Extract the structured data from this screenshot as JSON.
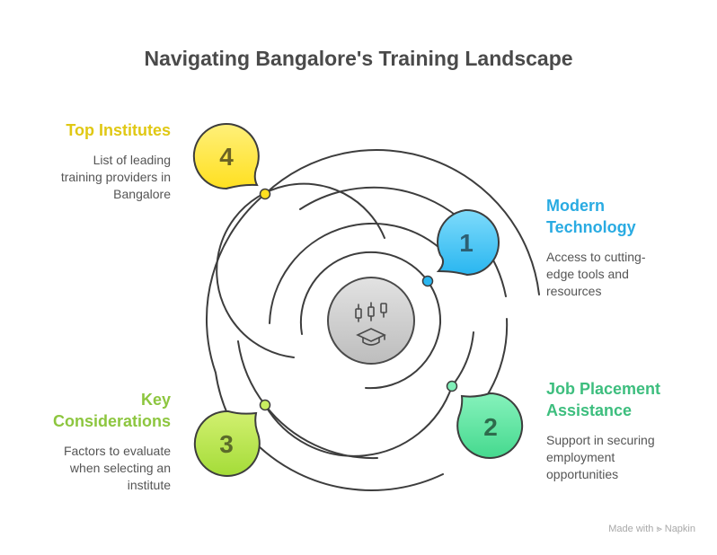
{
  "title": "Navigating Bangalore's Training Landscape",
  "center": {
    "icon": "candlestick-graduation-cap-icon"
  },
  "items": [
    {
      "number": "1",
      "heading_line1": "Modern",
      "heading_line2": "Technology",
      "desc_line1": "Access to cutting-",
      "desc_line2": "edge tools and",
      "desc_line3": "resources",
      "color": "#29ABE2",
      "fill": "#4FC8F5"
    },
    {
      "number": "2",
      "heading_line1": "Job Placement",
      "heading_line2": "Assistance",
      "desc_line1": "Support in securing",
      "desc_line2": "employment",
      "desc_line3": "opportunities",
      "color": "#3DBE7E",
      "fill": "#5BE09C"
    },
    {
      "number": "3",
      "heading_line1": "Key",
      "heading_line2": "Considerations",
      "desc_line1": "Factors to evaluate",
      "desc_line2": "when selecting an",
      "desc_line3": "institute",
      "color": "#8DC63F",
      "fill": "#B5E14A"
    },
    {
      "number": "4",
      "heading_line1": "Top Institutes",
      "heading_line2": "",
      "desc_line1": "List of leading",
      "desc_line2": "training providers in",
      "desc_line3": "Bangalore",
      "color": "#E0C814",
      "fill": "#FFE43A"
    }
  ],
  "footer": {
    "made_with": "Made with",
    "brand": "Napkin"
  }
}
